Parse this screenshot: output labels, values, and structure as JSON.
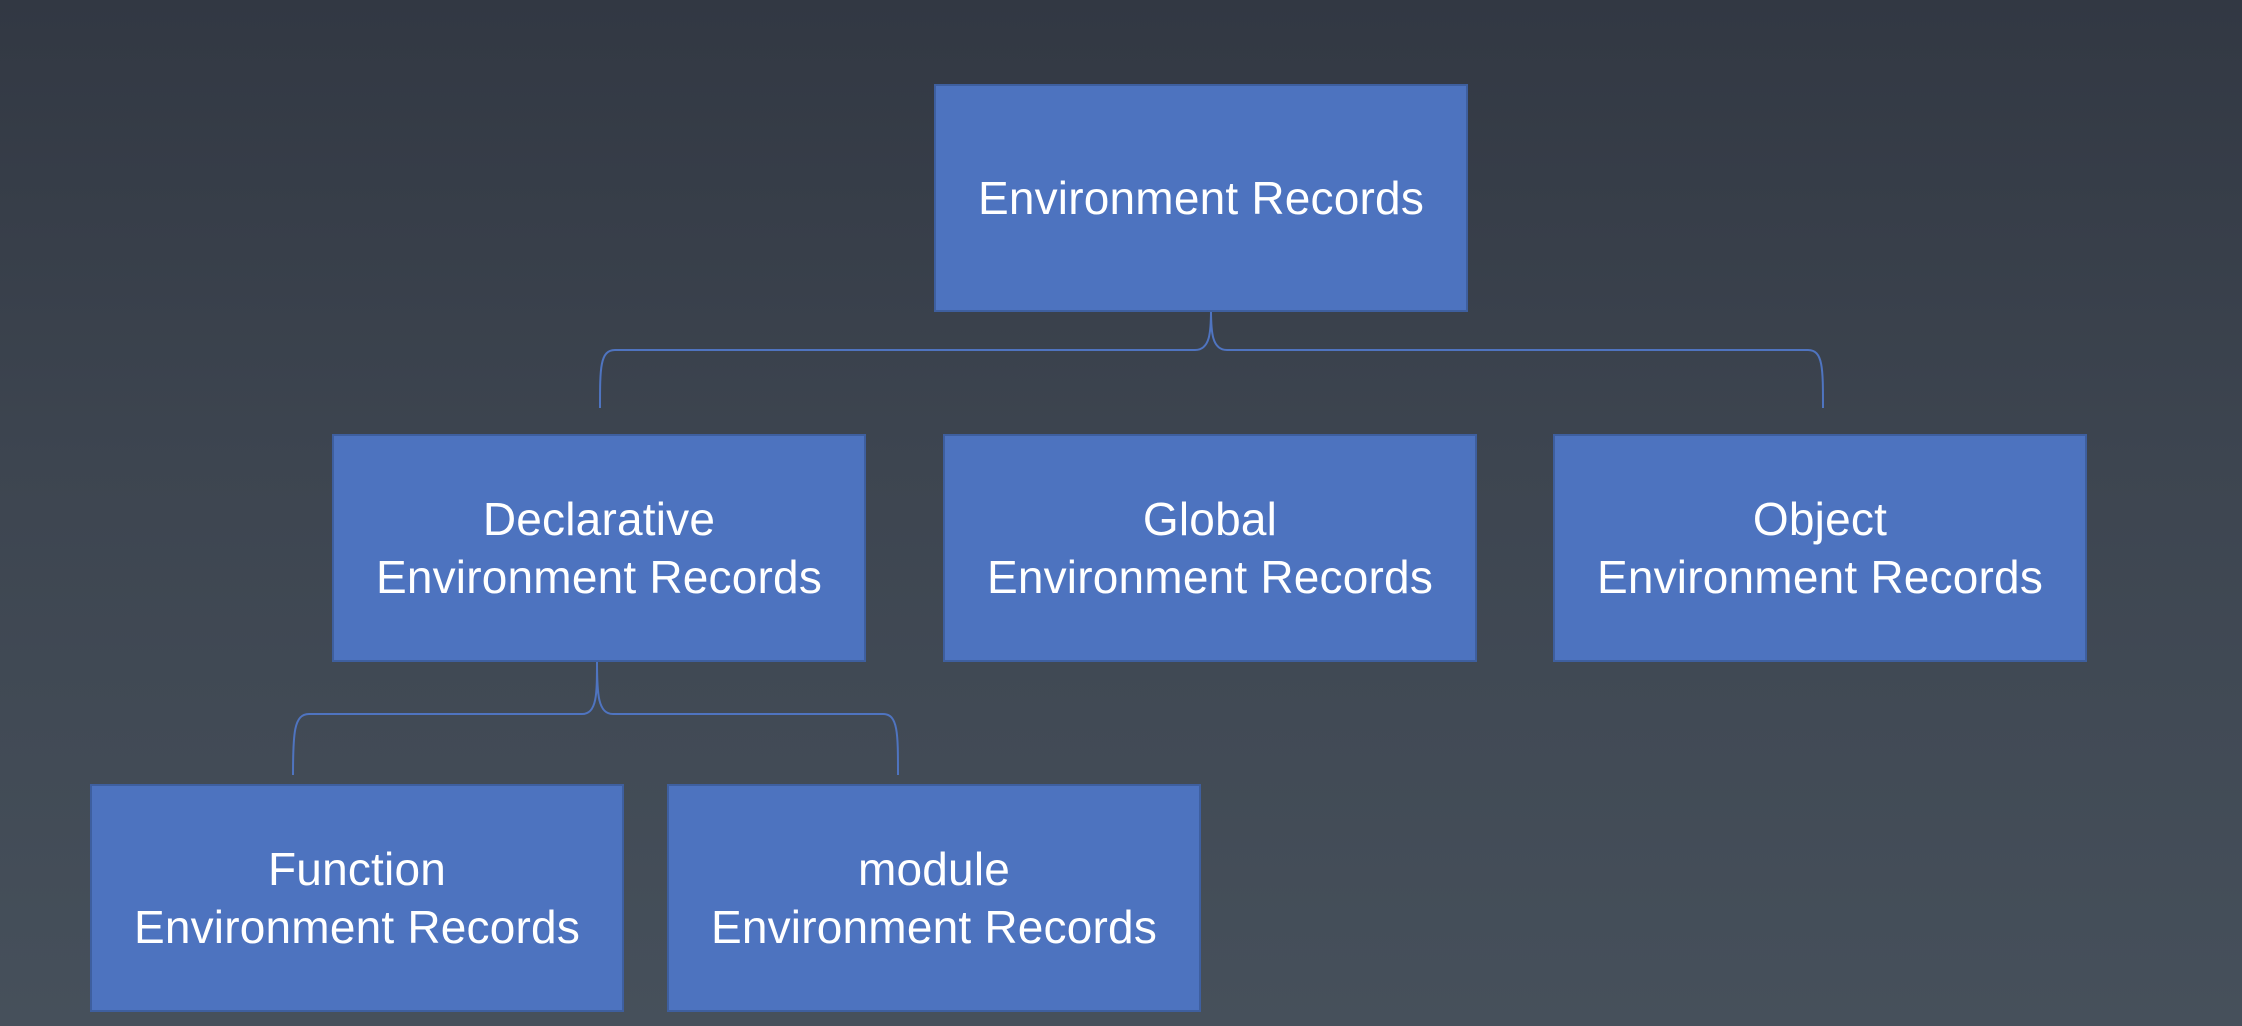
{
  "diagram": {
    "root": {
      "lines": [
        "Environment Records"
      ]
    },
    "level_1": [
      {
        "lines": [
          "Declarative",
          "Environment Records"
        ]
      },
      {
        "lines": [
          "Global",
          "Environment Records"
        ]
      },
      {
        "lines": [
          "Object",
          "Environment Records"
        ]
      }
    ],
    "level_2": [
      {
        "lines": [
          "Function",
          "Environment Records"
        ]
      },
      {
        "lines": [
          "module",
          "Environment Records"
        ]
      }
    ]
  },
  "colors": {
    "box_fill": "#4d73bf",
    "box_border": "#3e5f9f",
    "connector": "#4f74c0",
    "text": "#ffffff",
    "background_top": "#323843",
    "background_bottom": "#46505b"
  }
}
